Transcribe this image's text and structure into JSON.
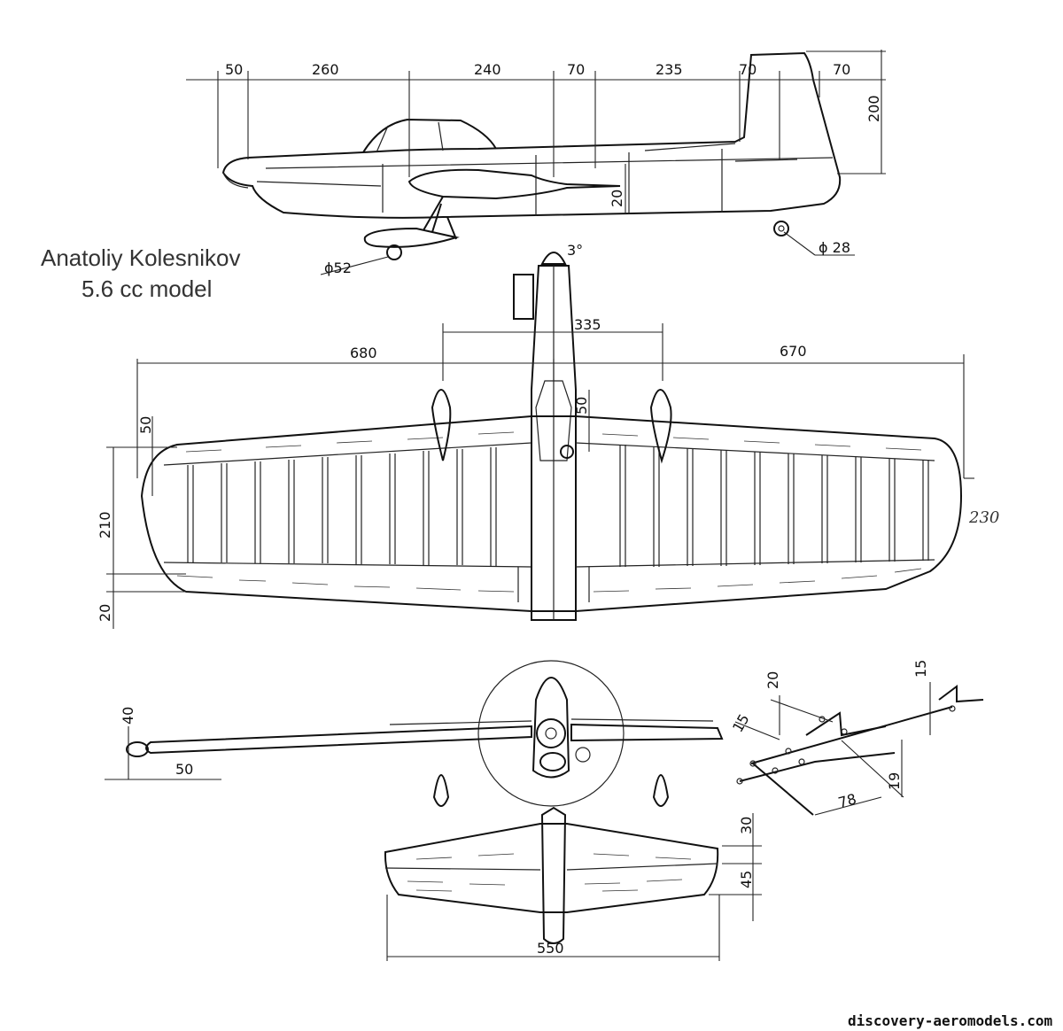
{
  "title": {
    "line1": "Anatoliy Kolesnikov",
    "line2": "5.6 cc model"
  },
  "side_view": {
    "dims_top": [
      "50",
      "260",
      "240",
      "70",
      "235",
      "70",
      "70"
    ],
    "fin_height": "200",
    "stab_offset": "20",
    "wheel_main": "ϕ52",
    "wheel_tail": "ϕ 28",
    "thrust_angle": "3°"
  },
  "plan_view": {
    "nacelle_spacing": "335",
    "left_span": "680",
    "right_span": "670",
    "root_chord": "210",
    "flap_chord": "20",
    "le_offset": "50",
    "fuselage_offset": "50",
    "tip_note": "230"
  },
  "front_view": {
    "tip_height": "40",
    "tip_offset": "50"
  },
  "tail_view": {
    "le_offset": "30",
    "chord": "45",
    "span": "550"
  },
  "bellcrank_detail": {
    "d20": "20",
    "d15a": "15",
    "d15b": "15",
    "d78": "78",
    "d19": "19"
  },
  "footer": {
    "site": "discovery-aeromodels.com"
  }
}
